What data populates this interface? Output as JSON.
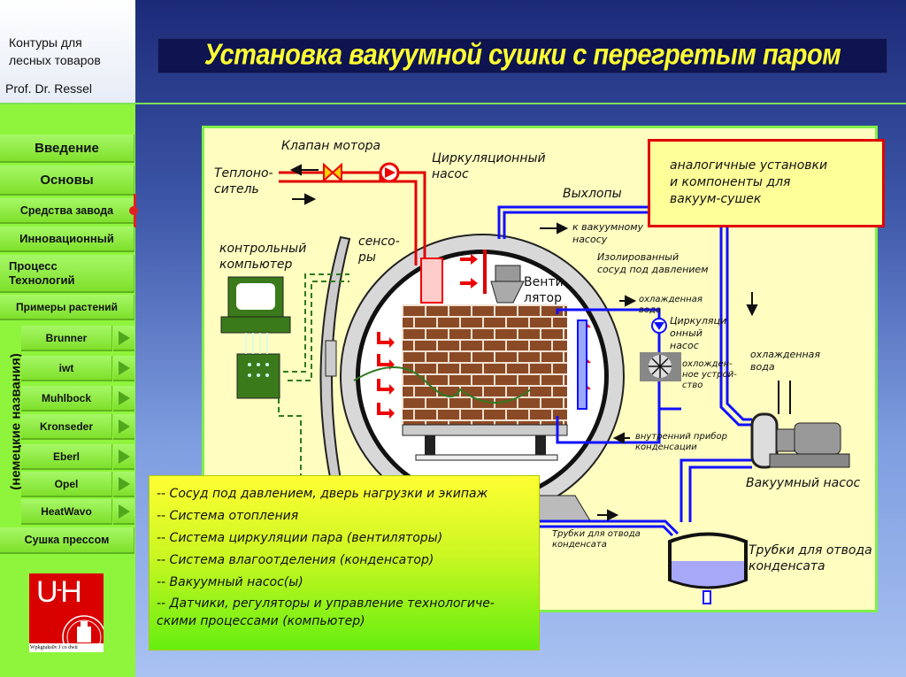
{
  "header": {
    "course_line1": "Контуры для",
    "course_line2": "лесных товаров",
    "author": "Prof. Dr. Ressel",
    "title": "Установка вакуумной сушки с перегретым паром"
  },
  "sidebar": {
    "items": [
      {
        "label": "Введение"
      },
      {
        "label": "Основы"
      },
      {
        "label": "Средства завода",
        "active": true
      },
      {
        "label": "Инновационный"
      },
      {
        "label": "Процесс Технологий"
      },
      {
        "label": "Примеры растений"
      }
    ],
    "group_label": "(немецкие названия)",
    "subitems": [
      {
        "label": "Brunner"
      },
      {
        "label": "iwt"
      },
      {
        "label": "Muhlbock"
      },
      {
        "label": "Kronseder"
      },
      {
        "label": "Eberl"
      },
      {
        "label": "Opel"
      },
      {
        "label": "HeatWavo"
      }
    ],
    "last_item": "Сушка прессом",
    "logo_text": "UHH",
    "logo_caption": "Wpkgtuks0v J co dwti"
  },
  "diagram": {
    "labels": {
      "motor_valve": "Клапан мотора",
      "heat_carrier_1": "Теплоно-",
      "heat_carrier_2": "ситель",
      "circ_pump_1": "Циркуляционный",
      "circ_pump_2": "насос",
      "exhaust": "Выхлопы",
      "to_vacuum_1": "к вакуумному",
      "to_vacuum_2": "насосу",
      "vessel_1": "Изолированный",
      "vessel_2": "сосуд под давлением",
      "computer_1": "контрольный",
      "computer_2": "компьютер",
      "sensors_1": "сенсо-",
      "sensors_2": "ры",
      "fan_1": "Венти",
      "fan_2": "лятор",
      "cooled_water_1": "охлажденная",
      "cooled_water_2": "вода",
      "circ_pump2_1": "Циркуляци",
      "circ_pump2_2": "онный",
      "circ_pump2_3": "насос",
      "cooler_1": "охложден-",
      "cooler_2": "ное устрой-",
      "cooler_3": "ство",
      "condenser_1": "внутренний прибор",
      "condenser_2": "конденсации",
      "cooled_water_b_1": "охлажденная",
      "cooled_water_b_2": "вода",
      "vacuum_pump": "Вакуумный насос",
      "drain_small_1": "Трубки для отвода",
      "drain_small_2": "конденсата",
      "drain_large_1": "Трубки для отвода",
      "drain_large_2": "конденсата"
    },
    "note": [
      "аналогичные установки",
      "и компоненты для",
      "вакуум-сушек"
    ],
    "colors": {
      "steam": "#e00000",
      "water": "#1010ff",
      "bricks": "#8b4a26",
      "panel": "#fffdc0"
    }
  },
  "legend": [
    "-- Сосуд под давлением, дверь нагрузки и экипаж",
    "-- Система отопления",
    "-- Система циркуляции пара (вентиляторы)",
    "-- Система влагоотделения (конденсатор)",
    "--  Вакуумный насос(ы)",
    "-- Датчики, регуляторы и управление технологиче-",
    "скими процессами (компьютер)"
  ]
}
